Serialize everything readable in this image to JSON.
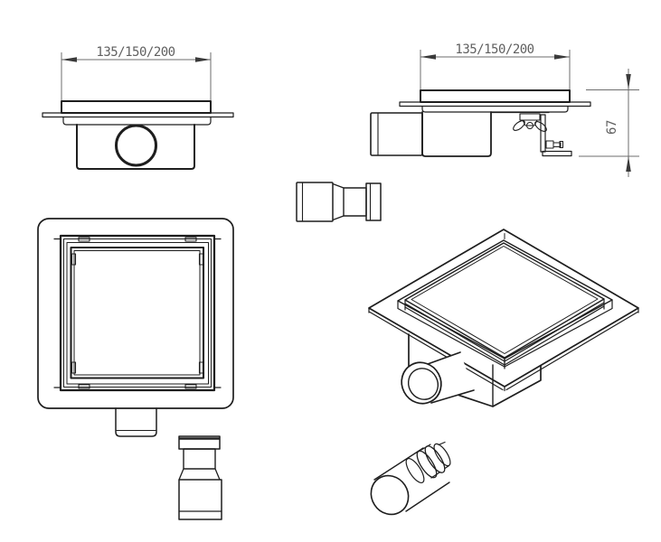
{
  "drawing": {
    "background": "#ffffff",
    "line_color": "#1e1e1e",
    "dimension_line_color": "#6e6e6e",
    "dimension_text_color": "#5f5f5f",
    "views": {
      "front": {
        "width_dimension": "135/150/200"
      },
      "side": {
        "width_dimension": "135/150/200",
        "height_dimension": "67"
      }
    }
  }
}
